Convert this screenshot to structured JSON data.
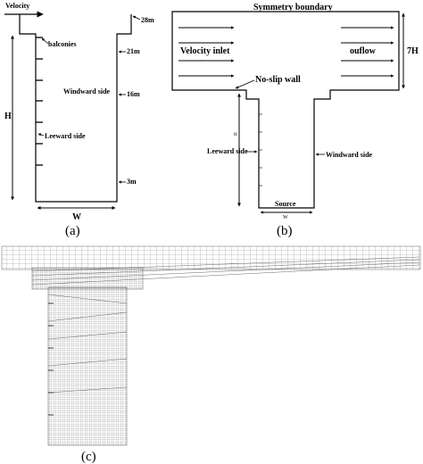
{
  "panel_a": {
    "velocity_label": "Velocity",
    "balconies_label": "balconies",
    "windward_label": "Windward side",
    "leeward_label": "Leeward side",
    "height_marks": [
      "28m",
      "21m",
      "16m",
      "3m"
    ],
    "height_label": "H",
    "width_label": "W",
    "caption": "(a)"
  },
  "panel_b": {
    "symmetry_label": "Symmetry boundary",
    "inlet_label": "Velocity inlet",
    "outflow_label": "ouflow",
    "domain_height_label": "7H",
    "noslip_label": "No-slip wall",
    "leeward_label": "Leeward side",
    "windward_label": "Windward side",
    "source_label": "Source",
    "height_label": "H",
    "width_label": "W",
    "caption": "(b)"
  },
  "panel_c": {
    "caption": "(c)"
  }
}
